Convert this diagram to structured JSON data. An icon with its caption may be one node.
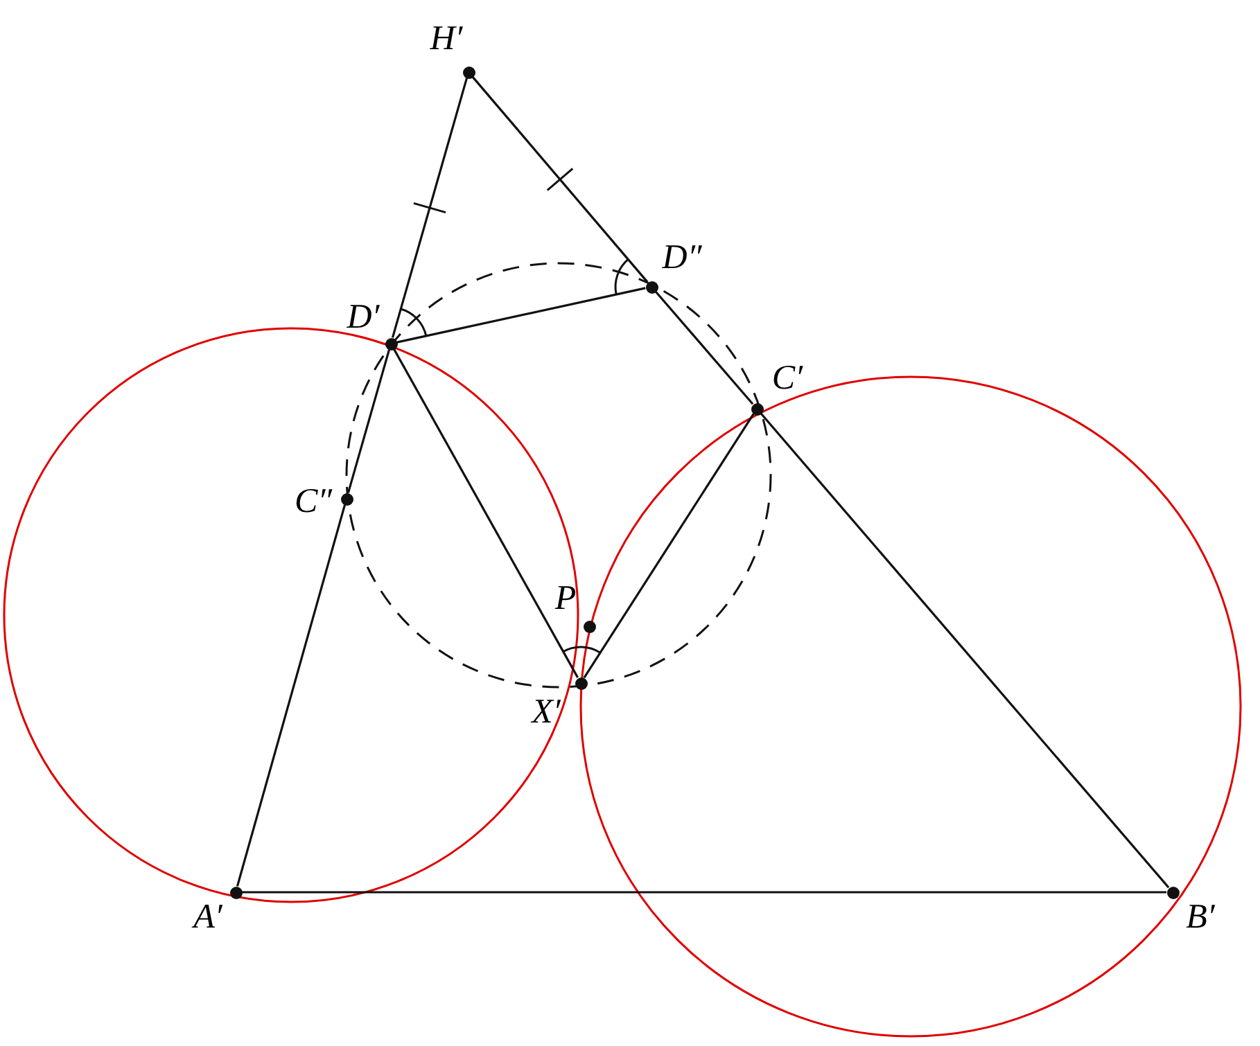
{
  "diagram": {
    "nodes": [
      {
        "text": [],
        "shape": "circle",
        "beside": [
          "H′"
        ]
      },
      {
        "text": [],
        "shape": "circle",
        "beside": [
          "D″"
        ]
      },
      {
        "text": [],
        "shape": "circle",
        "beside": [
          "D′"
        ]
      },
      {
        "text": [],
        "shape": "circle",
        "beside": [
          "C′"
        ]
      },
      {
        "text": [],
        "shape": "circle",
        "beside": [
          "C″"
        ]
      },
      {
        "text": [],
        "shape": "circle",
        "beside": [
          "P"
        ]
      },
      {
        "text": [],
        "shape": "circle",
        "beside": [
          "X′"
        ]
      },
      {
        "text": [],
        "shape": "circle",
        "beside": [
          "A′"
        ]
      },
      {
        "text": [],
        "shape": "circle",
        "beside": [
          "B′"
        ]
      }
    ],
    "edges": [
      {
        "from": 0,
        "to": 2,
        "arrow": "none"
      },
      {
        "from": 2,
        "to": 4,
        "arrow": "none"
      },
      {
        "from": 4,
        "to": 7,
        "arrow": "none"
      },
      {
        "from": 0,
        "to": 1,
        "arrow": "none"
      },
      {
        "from": 1,
        "to": 3,
        "arrow": "none"
      },
      {
        "from": 3,
        "to": 8,
        "arrow": "none"
      },
      {
        "from": 7,
        "to": 8,
        "arrow": "none"
      },
      {
        "from": 2,
        "to": 1,
        "arrow": "none"
      },
      {
        "from": 2,
        "to": 6,
        "arrow": "none"
      },
      {
        "from": 6,
        "to": 3,
        "arrow": "none"
      }
    ]
  }
}
